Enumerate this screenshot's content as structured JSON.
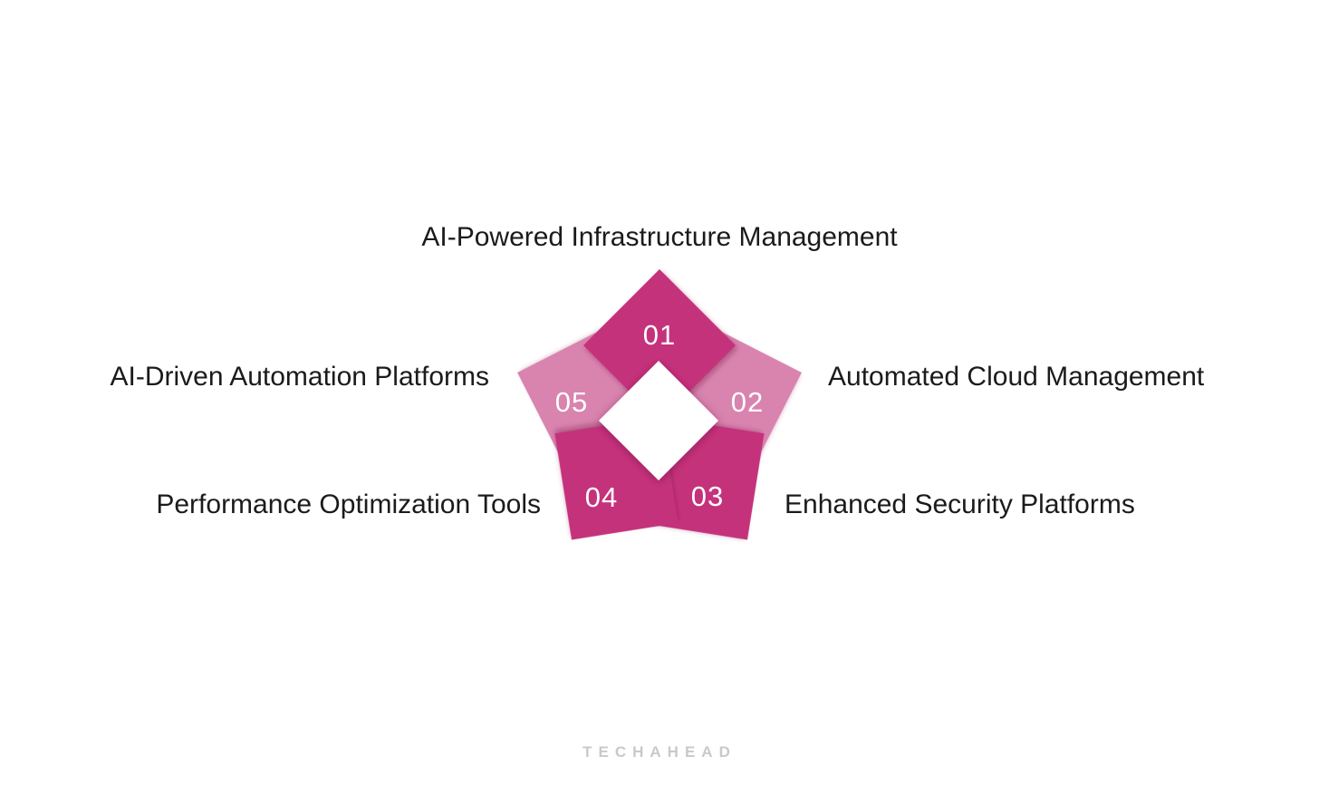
{
  "diagram": {
    "type": "pentagon-cycle-infographic",
    "center_shape": "white-diamond",
    "segments": [
      {
        "number": "01",
        "label": "AI-Powered Infrastructure Management",
        "color": "#c5307b",
        "tone": "dark",
        "position": "top"
      },
      {
        "number": "02",
        "label": "Automated Cloud Management",
        "color": "#d983af",
        "tone": "light",
        "position": "right"
      },
      {
        "number": "03",
        "label": "Enhanced Security Platforms",
        "color": "#c5307b",
        "tone": "dark",
        "position": "bottom-right"
      },
      {
        "number": "04",
        "label": "Performance Optimization Tools",
        "color": "#c5307b",
        "tone": "dark",
        "position": "bottom-left"
      },
      {
        "number": "05",
        "label": "AI-Driven Automation Platforms",
        "color": "#d983af",
        "tone": "light",
        "position": "left"
      }
    ]
  },
  "colors": {
    "dark_segment": "#c5307b",
    "light_segment": "#d983af",
    "background": "#ffffff",
    "label_text": "#1b1b1b",
    "number_text": "#ffffff",
    "center_diamond": "#ffffff",
    "seam_shadow": "#6d1641",
    "watermark": "#c9c9c9"
  },
  "watermark": {
    "text": "TECHAHEAD"
  }
}
